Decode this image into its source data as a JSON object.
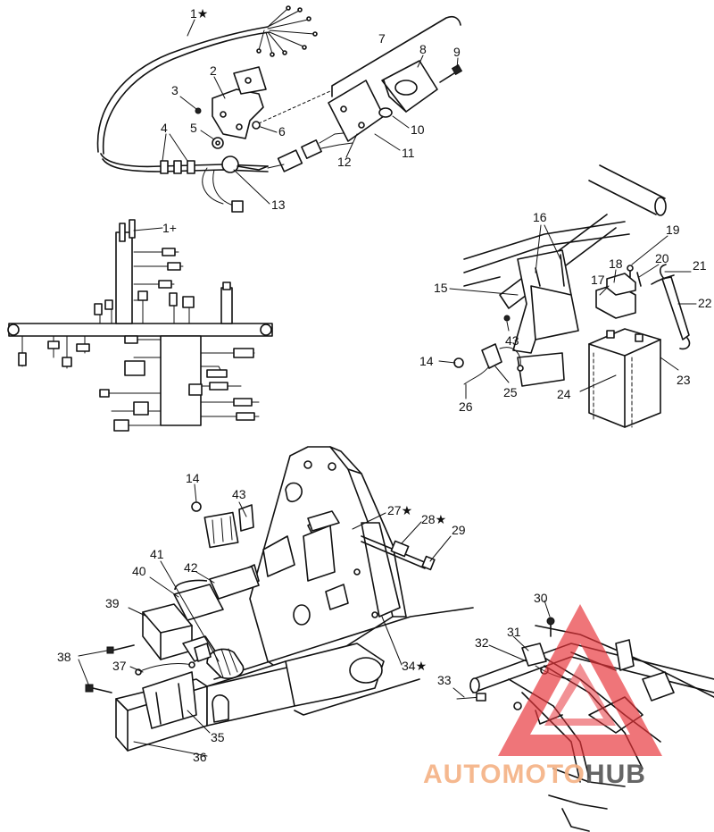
{
  "callouts": [
    {
      "id": "c1",
      "text": "1★"
    },
    {
      "id": "c1b",
      "text": "1+"
    },
    {
      "id": "c2",
      "text": "2"
    },
    {
      "id": "c3",
      "text": "3"
    },
    {
      "id": "c4",
      "text": "4"
    },
    {
      "id": "c5",
      "text": "5"
    },
    {
      "id": "c6",
      "text": "6"
    },
    {
      "id": "c7",
      "text": "7"
    },
    {
      "id": "c8",
      "text": "8"
    },
    {
      "id": "c9",
      "text": "9"
    },
    {
      "id": "c10",
      "text": "10"
    },
    {
      "id": "c11",
      "text": "11"
    },
    {
      "id": "c12",
      "text": "12"
    },
    {
      "id": "c13",
      "text": "13"
    },
    {
      "id": "c14a",
      "text": "14"
    },
    {
      "id": "c15",
      "text": "15"
    },
    {
      "id": "c16",
      "text": "16"
    },
    {
      "id": "c17",
      "text": "17"
    },
    {
      "id": "c18",
      "text": "18"
    },
    {
      "id": "c19",
      "text": "19"
    },
    {
      "id": "c20",
      "text": "20"
    },
    {
      "id": "c21",
      "text": "21"
    },
    {
      "id": "c22",
      "text": "22"
    },
    {
      "id": "c23",
      "text": "23"
    },
    {
      "id": "c24",
      "text": "24"
    },
    {
      "id": "c25",
      "text": "25"
    },
    {
      "id": "c26",
      "text": "26"
    },
    {
      "id": "c43a",
      "text": "43"
    },
    {
      "id": "c14b",
      "text": "14"
    },
    {
      "id": "c43b",
      "text": "43"
    },
    {
      "id": "c27",
      "text": "27★"
    },
    {
      "id": "c28",
      "text": "28★"
    },
    {
      "id": "c29",
      "text": "29"
    },
    {
      "id": "c34",
      "text": "34★"
    },
    {
      "id": "c39",
      "text": "39"
    },
    {
      "id": "c40",
      "text": "40"
    },
    {
      "id": "c41",
      "text": "41"
    },
    {
      "id": "c42",
      "text": "42"
    },
    {
      "id": "c38",
      "text": "38"
    },
    {
      "id": "c37",
      "text": "37"
    },
    {
      "id": "c35",
      "text": "35"
    },
    {
      "id": "c36",
      "text": "36"
    },
    {
      "id": "c30",
      "text": "30"
    },
    {
      "id": "c31",
      "text": "31"
    },
    {
      "id": "c32",
      "text": "32"
    },
    {
      "id": "c33",
      "text": "33"
    }
  ],
  "watermark": {
    "text_part1": "AUTOMOTO",
    "text_part2": "HUB",
    "color_primary": "#e8343a",
    "color_secondary": "#f5b183",
    "color_dark": "#555555"
  }
}
